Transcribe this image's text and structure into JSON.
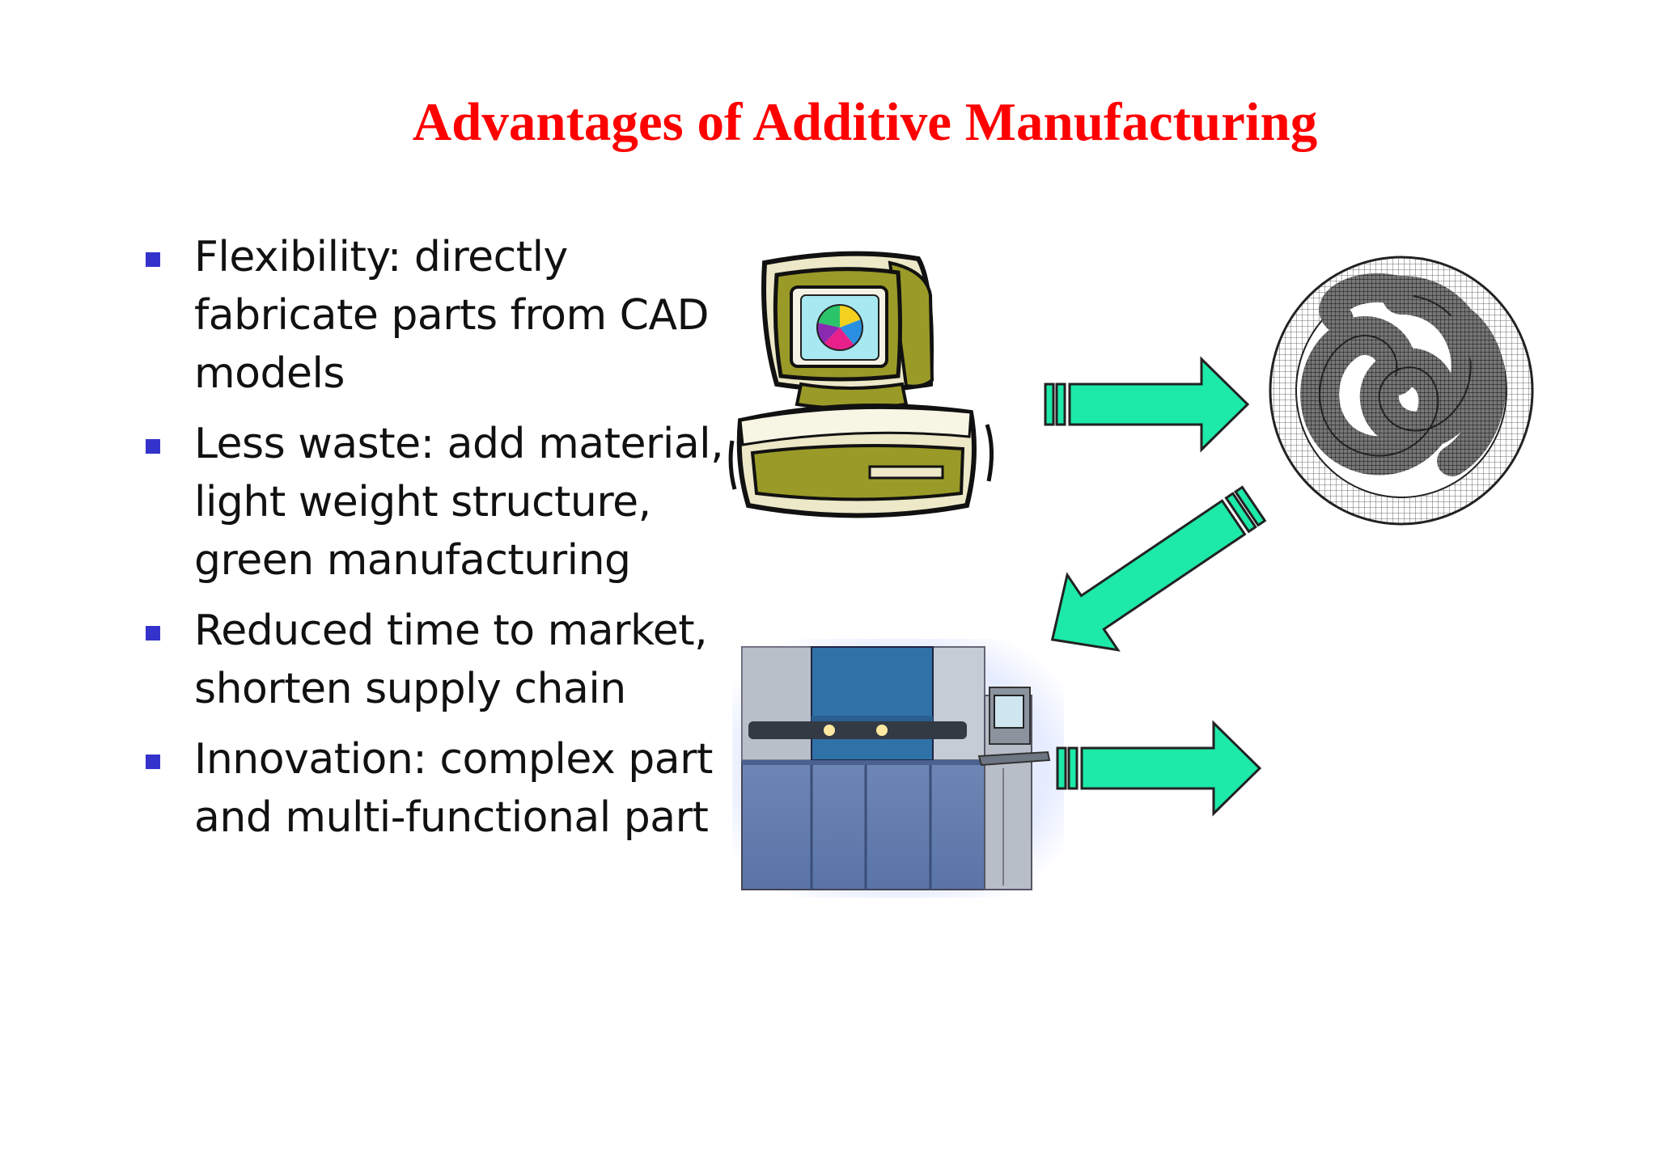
{
  "slide": {
    "title": "Advantages of Additive Manufacturing"
  },
  "bullets": [
    {
      "lines": [
        "Flexibility: directly",
        "fabricate parts from CAD",
        "models"
      ]
    },
    {
      "lines": [
        "Less waste: add material,",
        "light weight structure,",
        "green manufacturing"
      ]
    },
    {
      "lines": [
        "Reduced time to market,",
        "shorten supply chain"
      ]
    },
    {
      "lines": [
        "Innovation: complex part",
        "and multi-functional part"
      ]
    }
  ],
  "illustrations": {
    "computer": "computer-clipart",
    "cad_model": "knot-mesh-model",
    "printer": "3d-printer-machine",
    "arrows": "flow-arrow-icon"
  },
  "colors": {
    "title": "#ff0000",
    "bullet_marker": "#3333cc",
    "arrow_fill": "#1de9a8",
    "computer_body": "#ece8c8",
    "computer_accent": "#9a9a28",
    "printer_blue": "#2f72a8"
  }
}
